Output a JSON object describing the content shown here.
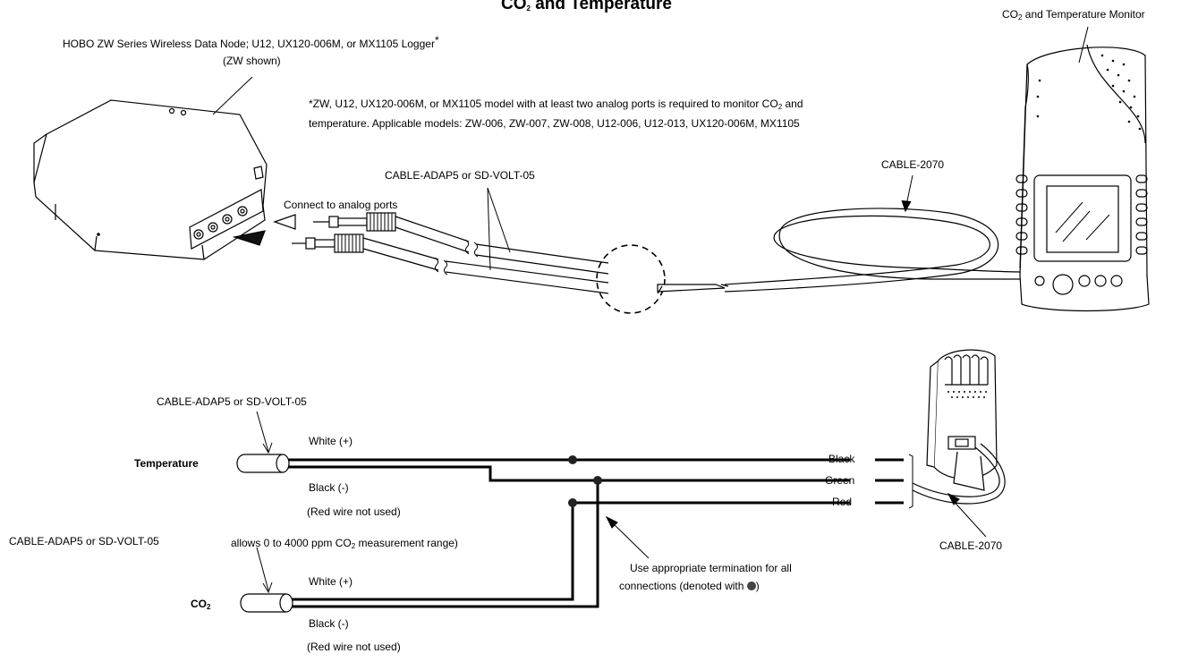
{
  "header": {
    "title_prefix": "CO",
    "title_sub": "2",
    "title_suffix": " and Temperature",
    "monitor_prefix": "CO",
    "monitor_sub": "2",
    "monitor_suffix": " and Temperature Monitor"
  },
  "top": {
    "logger_label": "HOBO ZW Series Wireless Data Node; U12, UX120-006M, or MX1105 Logger",
    "logger_asterisk": "*",
    "logger_shown": "(ZW shown)",
    "footnote_line1_prefix": "*ZW, U12, UX120-006M, or MX1105 model with at least two analog ports is required to monitor CO",
    "footnote_line1_sub": "2",
    "footnote_line1_suffix": " and",
    "footnote_line2": "temperature. Applicable models: ZW-006, ZW-007, ZW-008, U12-006, U12-013,  UX120-006M, MX1105",
    "cable_adapter": "CABLE-ADAP5 or SD-VOLT-05",
    "cable_2070": "CABLE-2070",
    "connect_label": "Connect to analog ports"
  },
  "wiring": {
    "temp_cable": "CABLE-ADAP5 or SD-VOLT-05",
    "temp_label": "Temperature",
    "temp_white": "White (+)",
    "temp_black": "Black (-)",
    "temp_red_unused": "(Red wire not used)",
    "co2_cable": "CABLE-ADAP5 or SD-VOLT-05",
    "range_prefix": "allows 0 to 4000 ppm CO",
    "range_sub": "2",
    "range_suffix": " measurement range)",
    "co2_label_prefix": "CO",
    "co2_label_sub": "2",
    "co2_white": "White (+)",
    "co2_black": "Black (-)",
    "co2_red_unused": "(Red wire not used)",
    "wire_black": "Black",
    "wire_green": "Green",
    "wire_red": "Red",
    "termination_line1": "Use appropriate termination for all",
    "termination_line2_prefix": "connections (denoted with ",
    "termination_line2_suffix": ")",
    "cable_2070_bottom": "CABLE-2070"
  }
}
